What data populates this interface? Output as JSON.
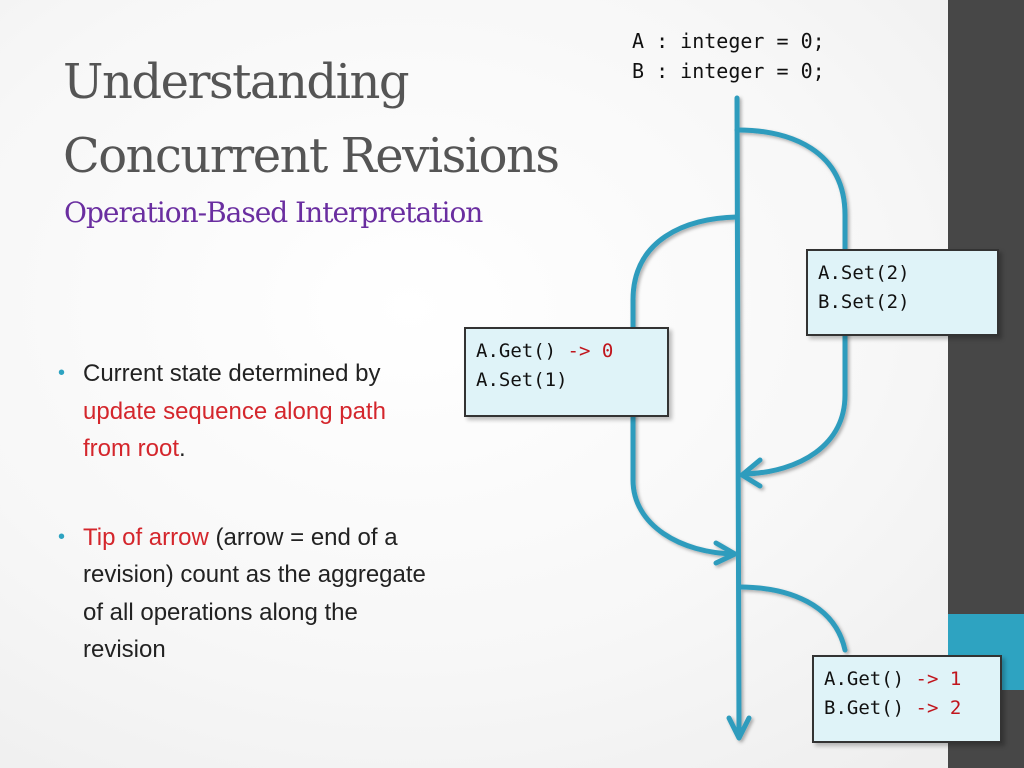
{
  "slide": {
    "title_line1": "Understanding",
    "title_line2": "Concurrent Revisions",
    "subtitle": "Operation-Based Interpretation"
  },
  "declarations": {
    "line1": "A : integer = 0;",
    "line2": "B : integer = 0;"
  },
  "boxes": [
    {
      "line1": "A.Set(2)",
      "line2": "B.Set(2)"
    },
    {
      "line1_code": "A.Get() ",
      "line1_result": "-> 0",
      "line2": "A.Set(1)"
    },
    {
      "line1_code": "A.Get() ",
      "line1_result": "-> 1",
      "line2_code": "B.Get() ",
      "line2_result": "-> 2"
    }
  ],
  "bullets": [
    {
      "pre": "Current state determined by ",
      "highlight": "update sequence along path from root",
      "post": "."
    },
    {
      "pre": "",
      "highlight": "Tip of arrow",
      "post": " (arrow = end of a revision)  count as the aggregate of all operations along the revision"
    }
  ],
  "colors": {
    "arrow": "#2f9cbd",
    "title": "#555555",
    "subtitle": "#6a2ea0",
    "highlight": "#d4262c",
    "code_result": "#c0151d",
    "box_fill": "#dff3f8",
    "side_bar": "#474747",
    "side_accent": "#2ea3c1"
  }
}
